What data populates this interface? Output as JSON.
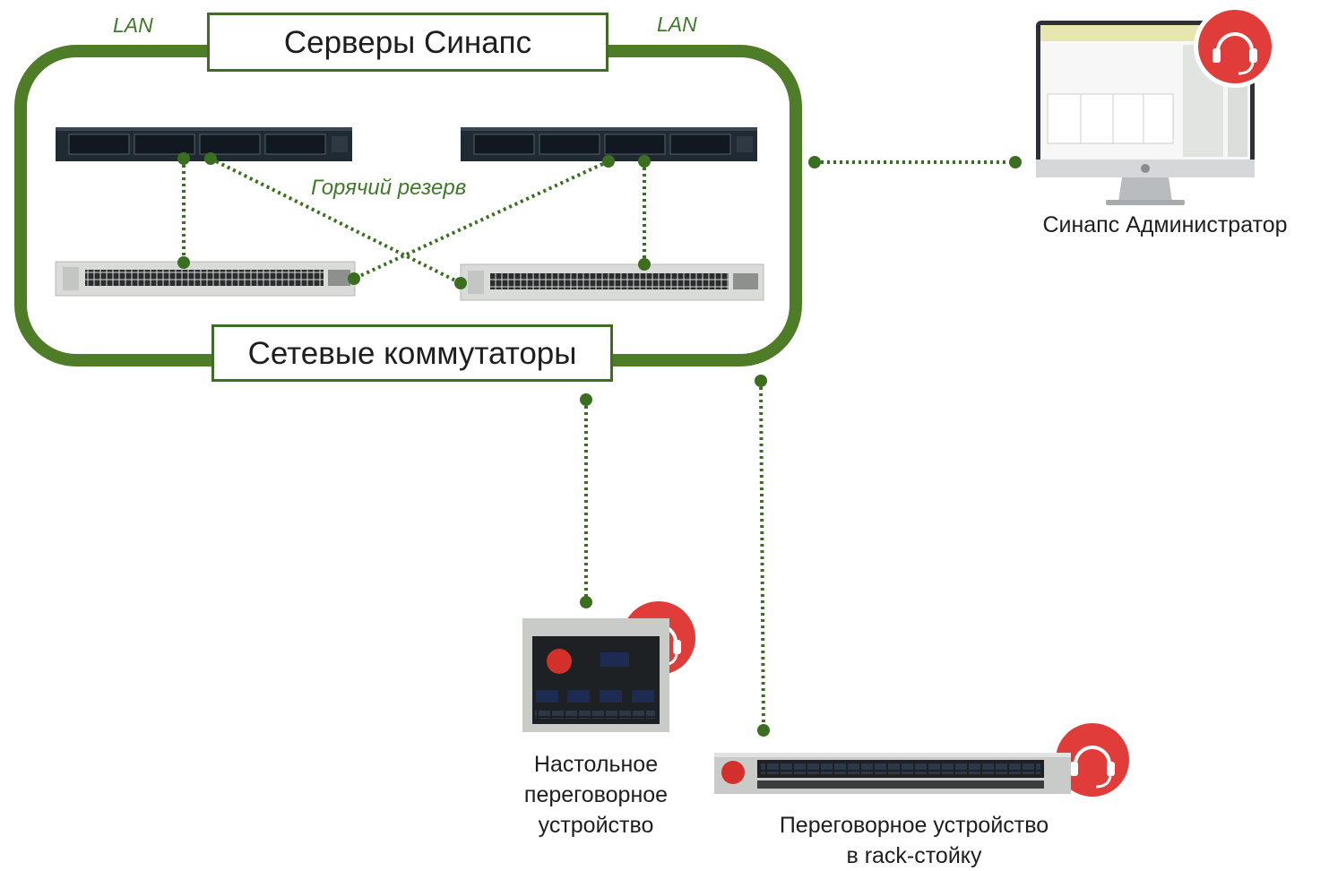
{
  "diagram": {
    "lan_left": "LAN",
    "lan_right": "LAN",
    "servers_title": "Серверы Синапс",
    "switches_title": "Сетевые коммутаторы",
    "hot_standby": "Горячий резерв",
    "admin_label": "Синапс Администратор",
    "desk_device_label": [
      "Настольное",
      "переговорное",
      "устройство"
    ],
    "rack_device_label": [
      "Переговорное устройство",
      "в rack-стойку"
    ]
  },
  "colors": {
    "frame_green": "#4f7d27",
    "link_green": "#3c6e21",
    "accent_red": "#e03d3a",
    "server_dark": "#1f2a33",
    "switch_gray": "#d9dbd8",
    "panel_gray": "#c9cbc8"
  },
  "icons": [
    "server-icon",
    "network-switch-icon",
    "monitor-icon",
    "headset-icon",
    "desk-intercom-icon",
    "rack-intercom-icon"
  ]
}
